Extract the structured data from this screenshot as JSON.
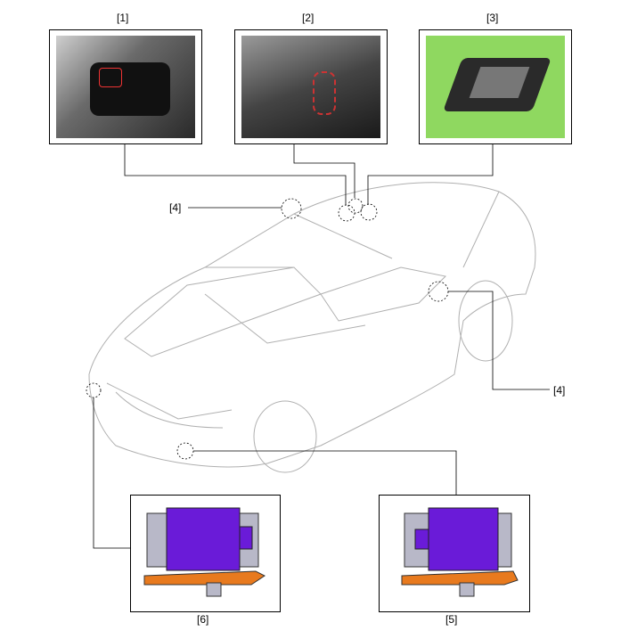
{
  "callouts": {
    "c1": "[1]",
    "c2": "[2]",
    "c3": "[3]",
    "c4_top": "[4]",
    "c4_side": "[4]",
    "c5": "[5]",
    "c6": "[6]"
  },
  "colors": {
    "module": "#6a1bd8",
    "bracket": "#e87a1e",
    "mount": "#b8b8c8",
    "green_bg": "#8fd860"
  }
}
